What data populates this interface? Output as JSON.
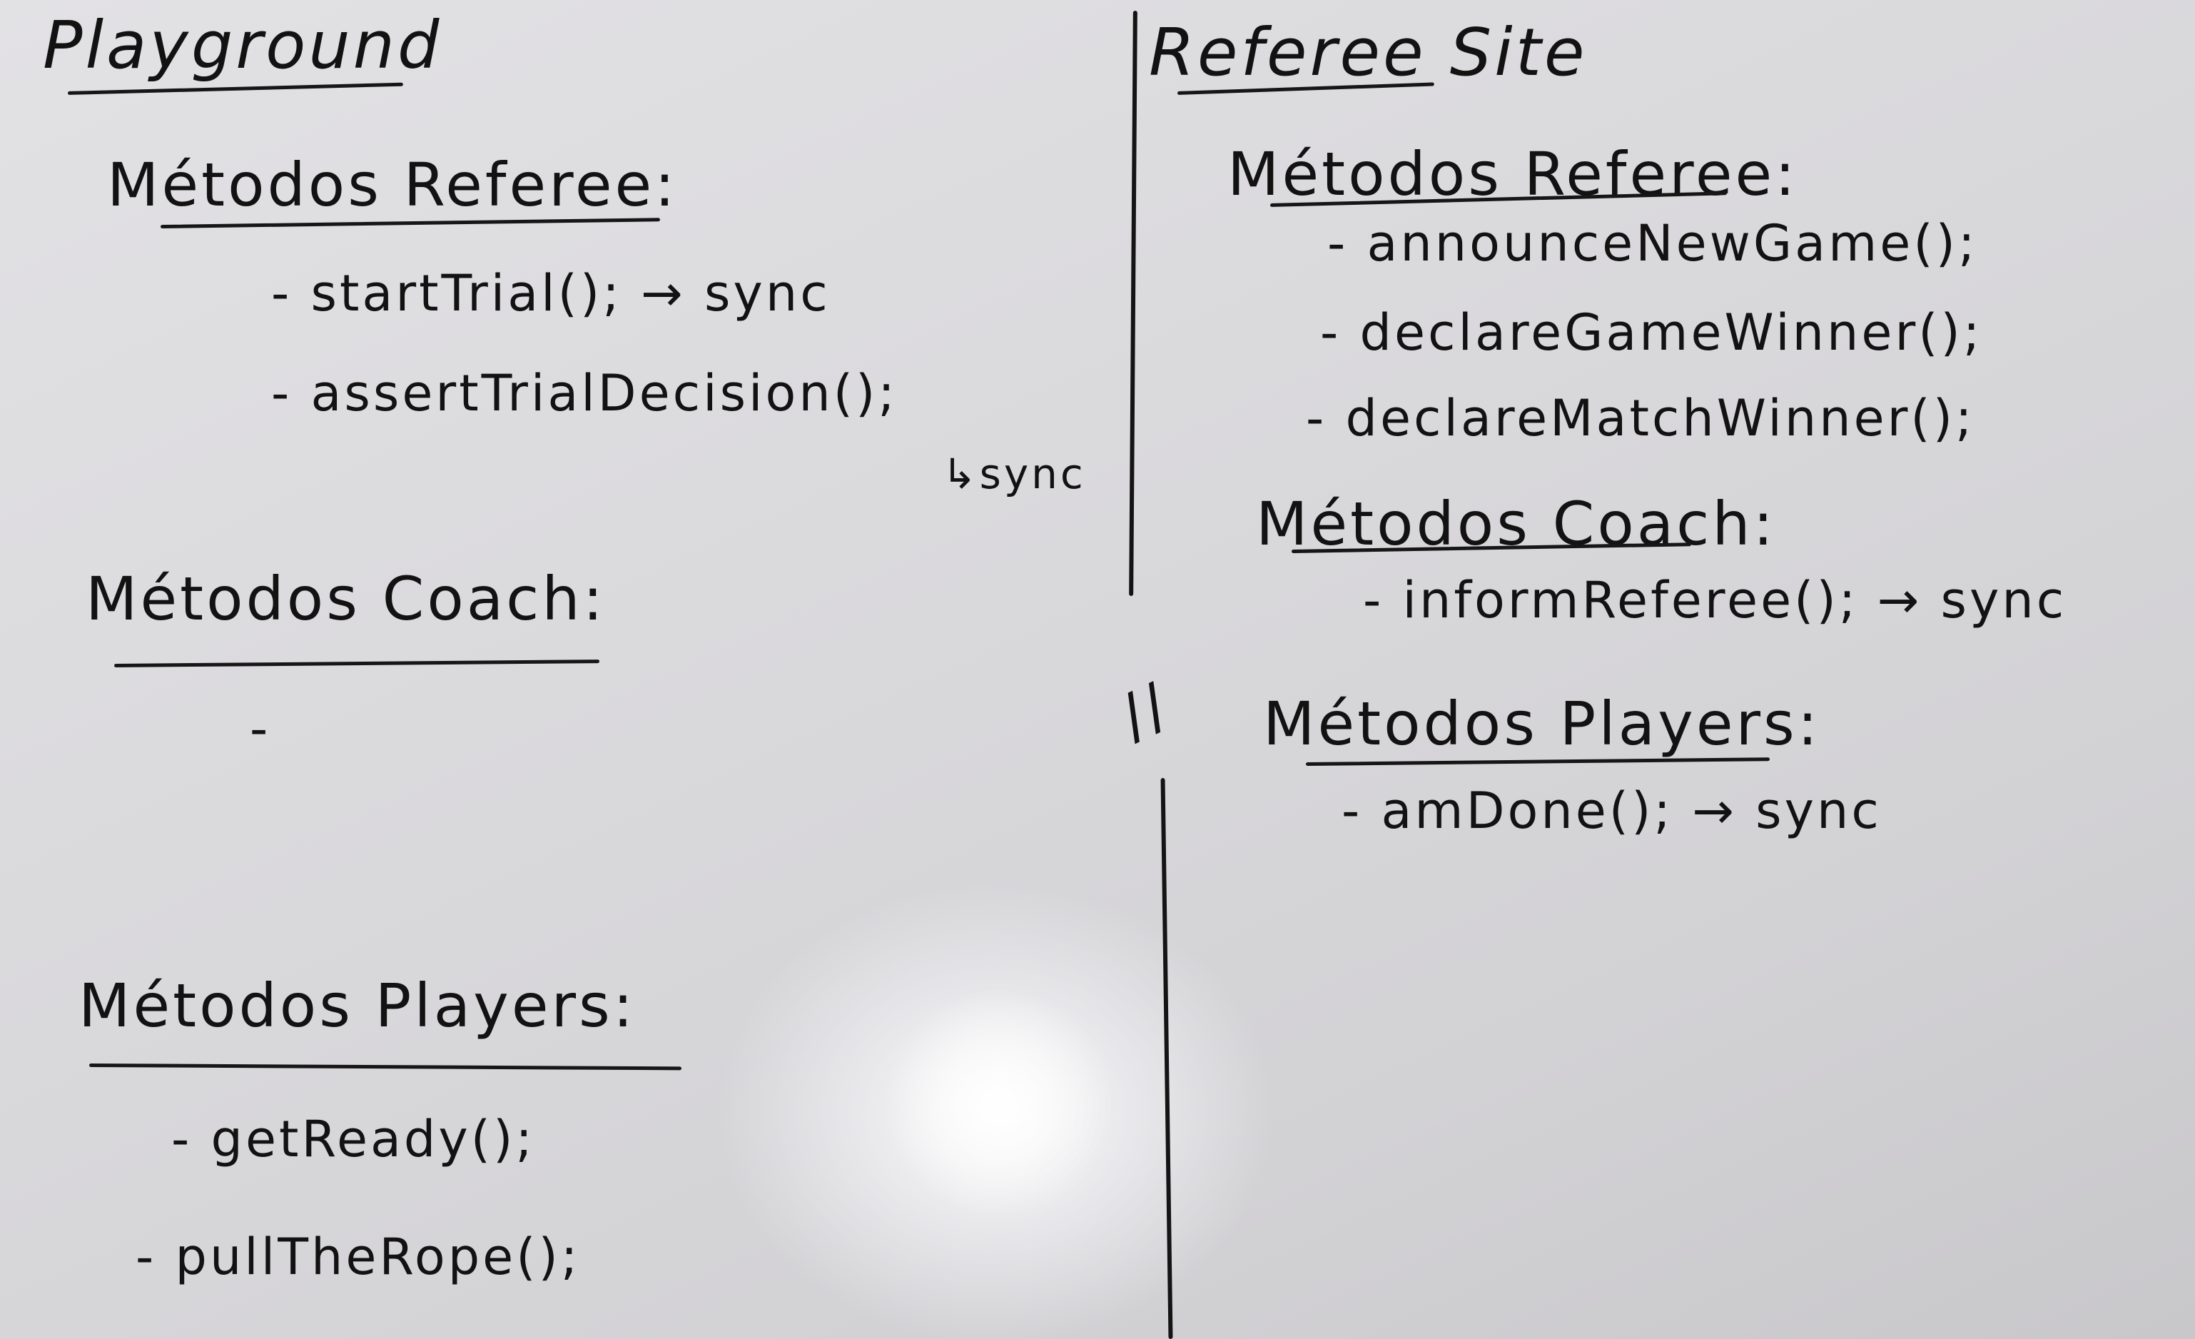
{
  "left": {
    "title": "Playground",
    "referee": {
      "heading": "Métodos Referee:",
      "items": [
        "- startTrial(); → sync",
        "- assertTrialDecision();"
      ],
      "note": "↳sync"
    },
    "coach": {
      "heading": "Métodos Coach:",
      "items": [
        "-"
      ]
    },
    "players": {
      "heading": "Métodos Players:",
      "items": [
        "- getReady();",
        "- pullTheRope();"
      ]
    }
  },
  "right": {
    "title": "Referee Site",
    "referee": {
      "heading": "Métodos Referee:",
      "items": [
        "- announceNewGame();",
        "- declareGameWinner();",
        "- declareMatchWinner();"
      ]
    },
    "coach": {
      "heading": "Métodos Coach:",
      "items": [
        "- informReferee(); → sync"
      ]
    },
    "players": {
      "heading": "Métodos Players:",
      "items": [
        "- amDone(); → sync"
      ]
    }
  },
  "break_mark": "//"
}
